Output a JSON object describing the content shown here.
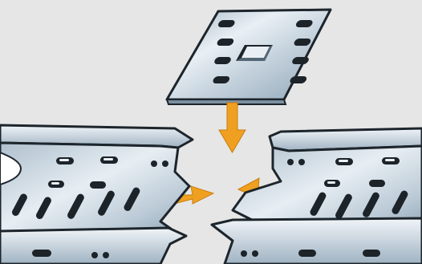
{
  "figure": {
    "colors": {
      "background": "#e6e6e6",
      "metal_light": "#e4ebf0",
      "metal_mid": "#b9c9d6",
      "metal_dark": "#7c93a6",
      "outline": "#1d252c",
      "arrow": "#f0a020"
    },
    "parts": [
      {
        "name": "splice-plate",
        "icon": "perforated-connector-plate"
      },
      {
        "name": "cable-tray-left",
        "icon": "perforated-cable-tray"
      },
      {
        "name": "cable-tray-right",
        "icon": "perforated-cable-tray"
      }
    ],
    "arrows": [
      {
        "name": "arrow-down",
        "direction": "down"
      },
      {
        "name": "arrow-right",
        "direction": "right"
      },
      {
        "name": "arrow-left",
        "direction": "left"
      }
    ]
  }
}
